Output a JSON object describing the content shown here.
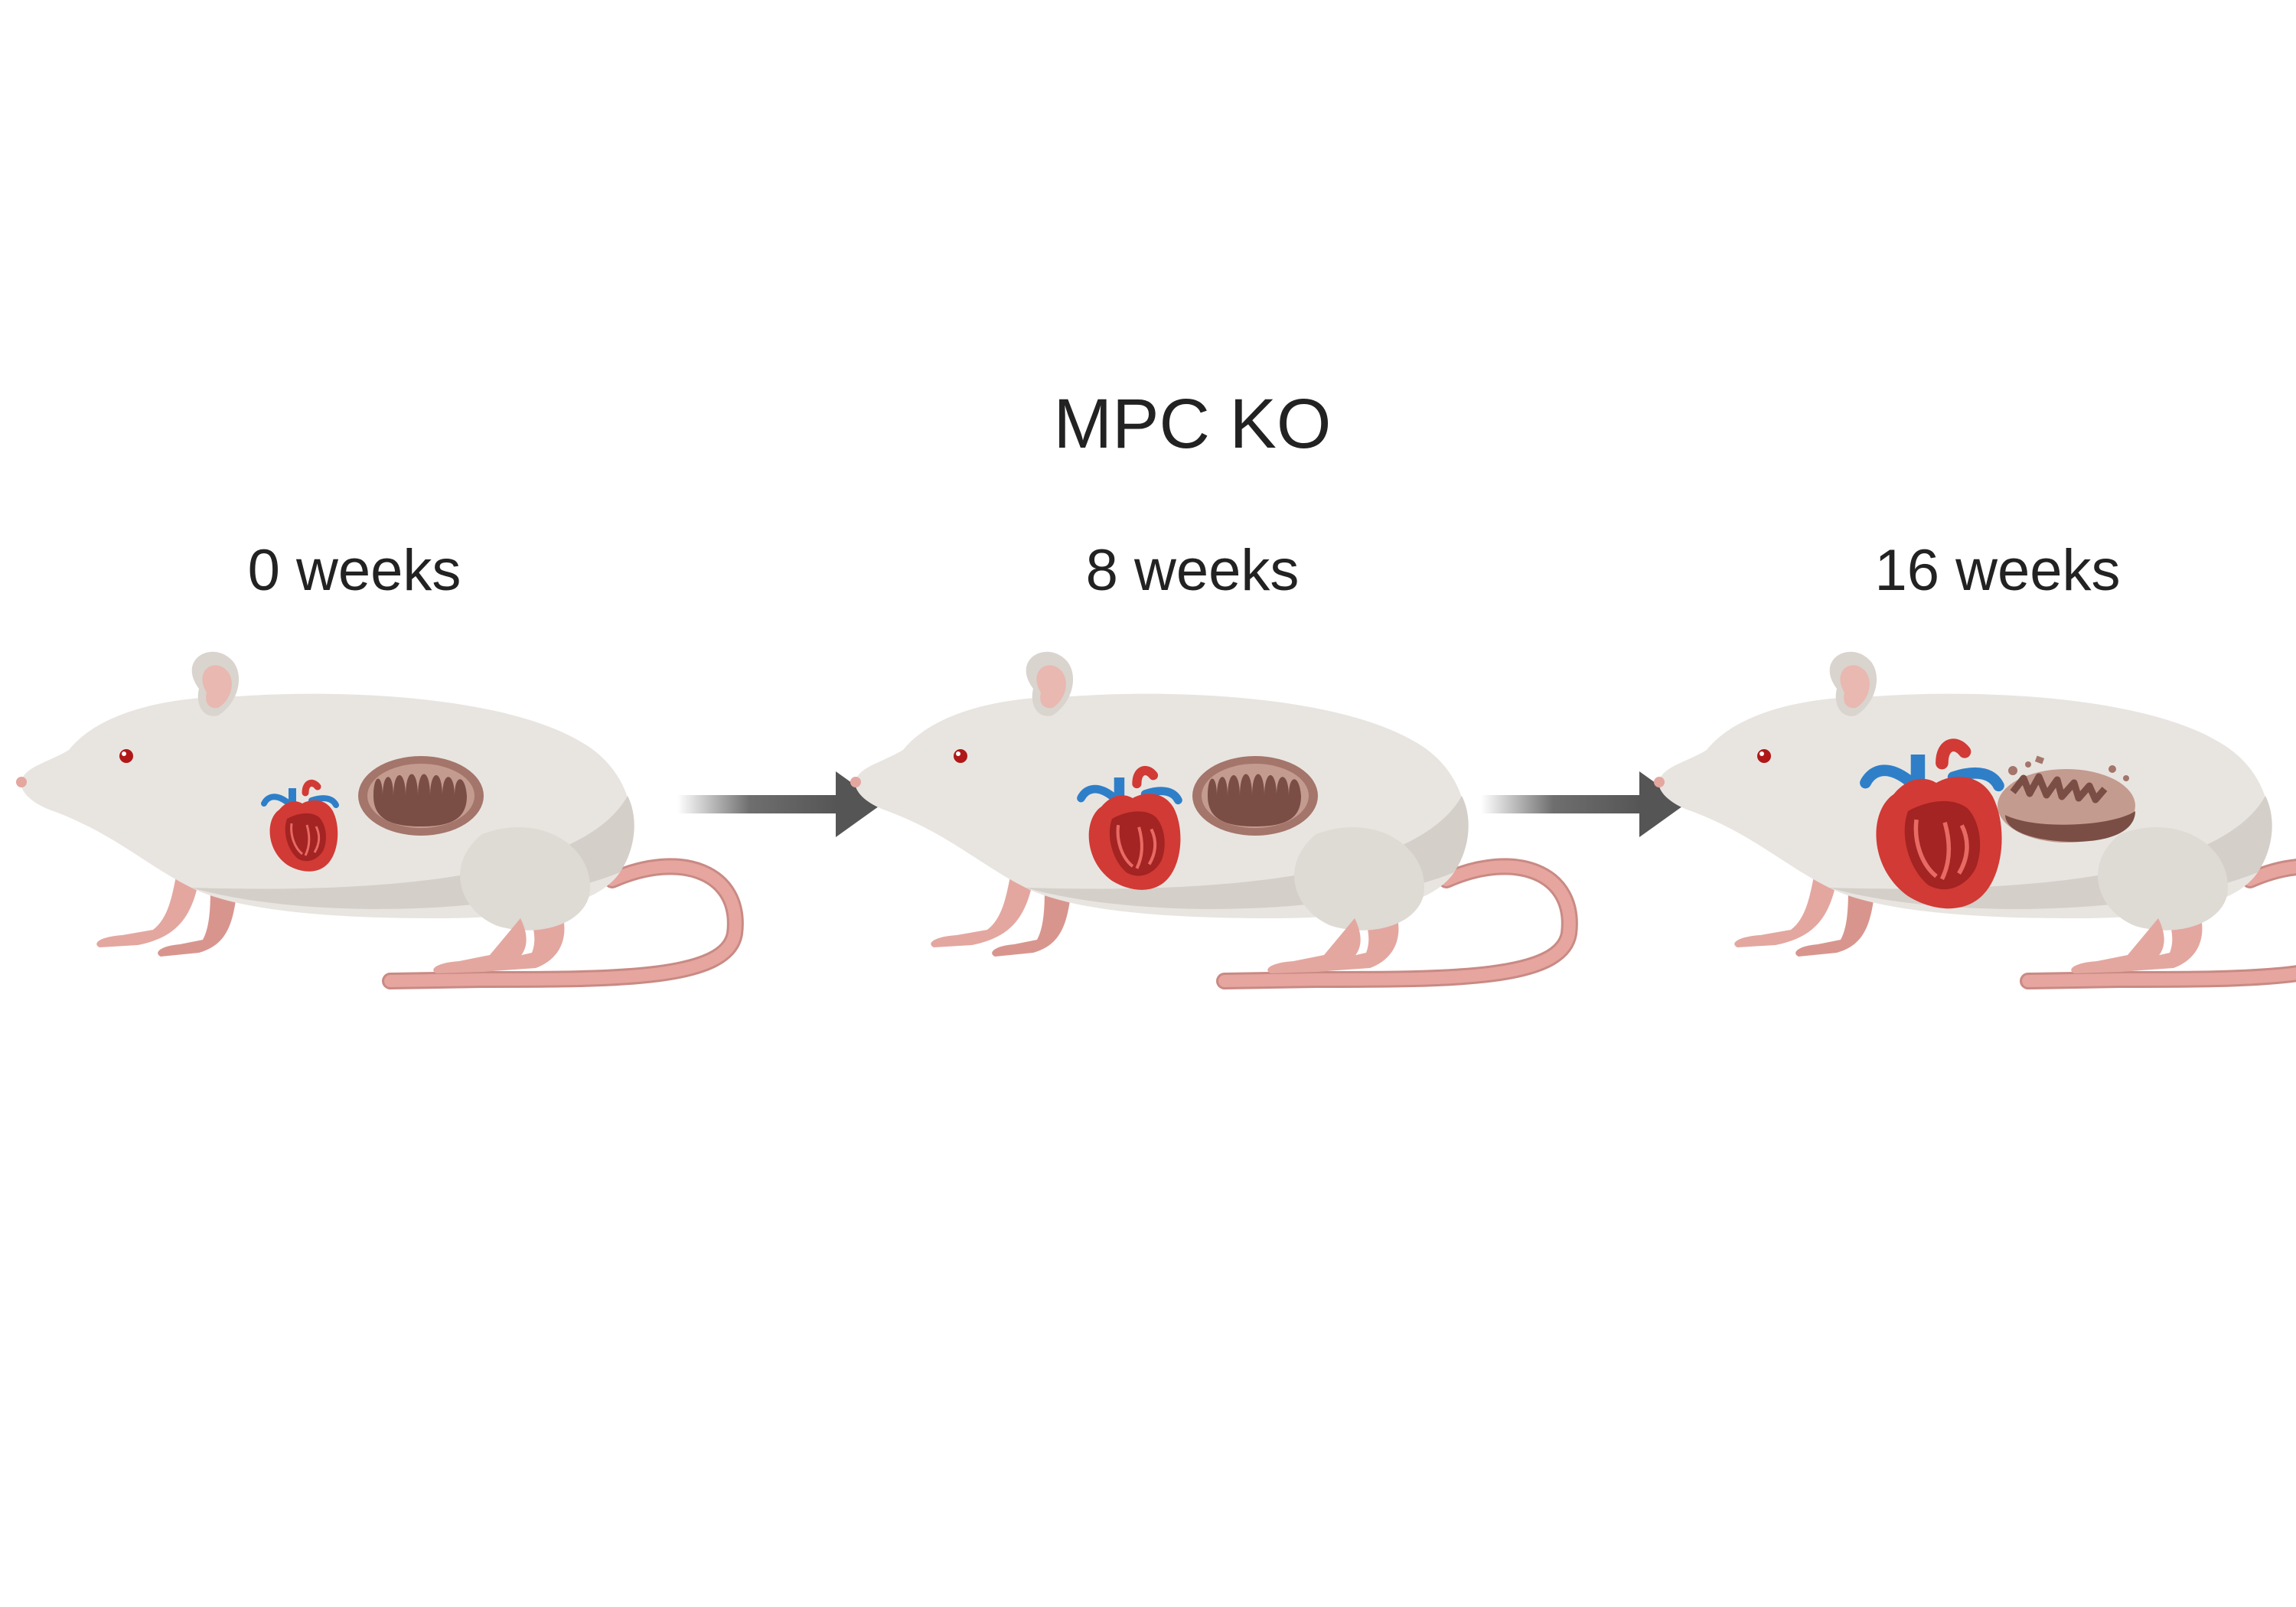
{
  "diagram": {
    "title": "MPC KO",
    "stages": [
      {
        "label": "0 weeks",
        "heart_scale": 1.0,
        "mito_state": "intact"
      },
      {
        "label": "8 weeks",
        "heart_scale": 1.35,
        "mito_state": "intact"
      },
      {
        "label": "16 weeks",
        "heart_scale": 1.85,
        "mito_state": "fragmented"
      }
    ],
    "arrows": 2
  },
  "colors": {
    "body": "#e8e5e1",
    "body_shadow": "#d4cfc8",
    "skin_pink": "#e3a7a0",
    "tail": "#e7a59f",
    "tail_edge": "#c98a84",
    "eye": "#b01818",
    "heart_red": "#d23a35",
    "heart_dark": "#a32422",
    "vessel_blue": "#2f7fc8",
    "mito_outer": "#a4756a",
    "mito_inner": "#7a4e45",
    "mito_light": "#c49b8f",
    "arrow": "#555555",
    "text": "#222222"
  }
}
